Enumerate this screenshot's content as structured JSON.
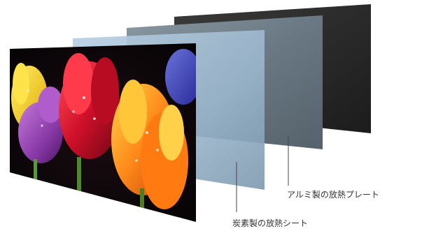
{
  "labels": {
    "aluminum_plate": "アルミ製の放熱プレート",
    "carbon_sheet": "炭素製の放熱シート"
  },
  "colors": {
    "back_plate": "#2b2b2b",
    "aluminum_plate": "#6f7e8a",
    "carbon_sheet": "#a9c2d8",
    "pointer_line": "#444444",
    "label_text": "#333333"
  },
  "layers": [
    {
      "name": "back-plate",
      "description_color": "dark"
    },
    {
      "name": "aluminum-plate",
      "description_color": "gray-blue"
    },
    {
      "name": "carbon-sheet",
      "description_color": "light-blue translucent"
    },
    {
      "name": "display-panel",
      "description_color": "flower photo"
    }
  ]
}
